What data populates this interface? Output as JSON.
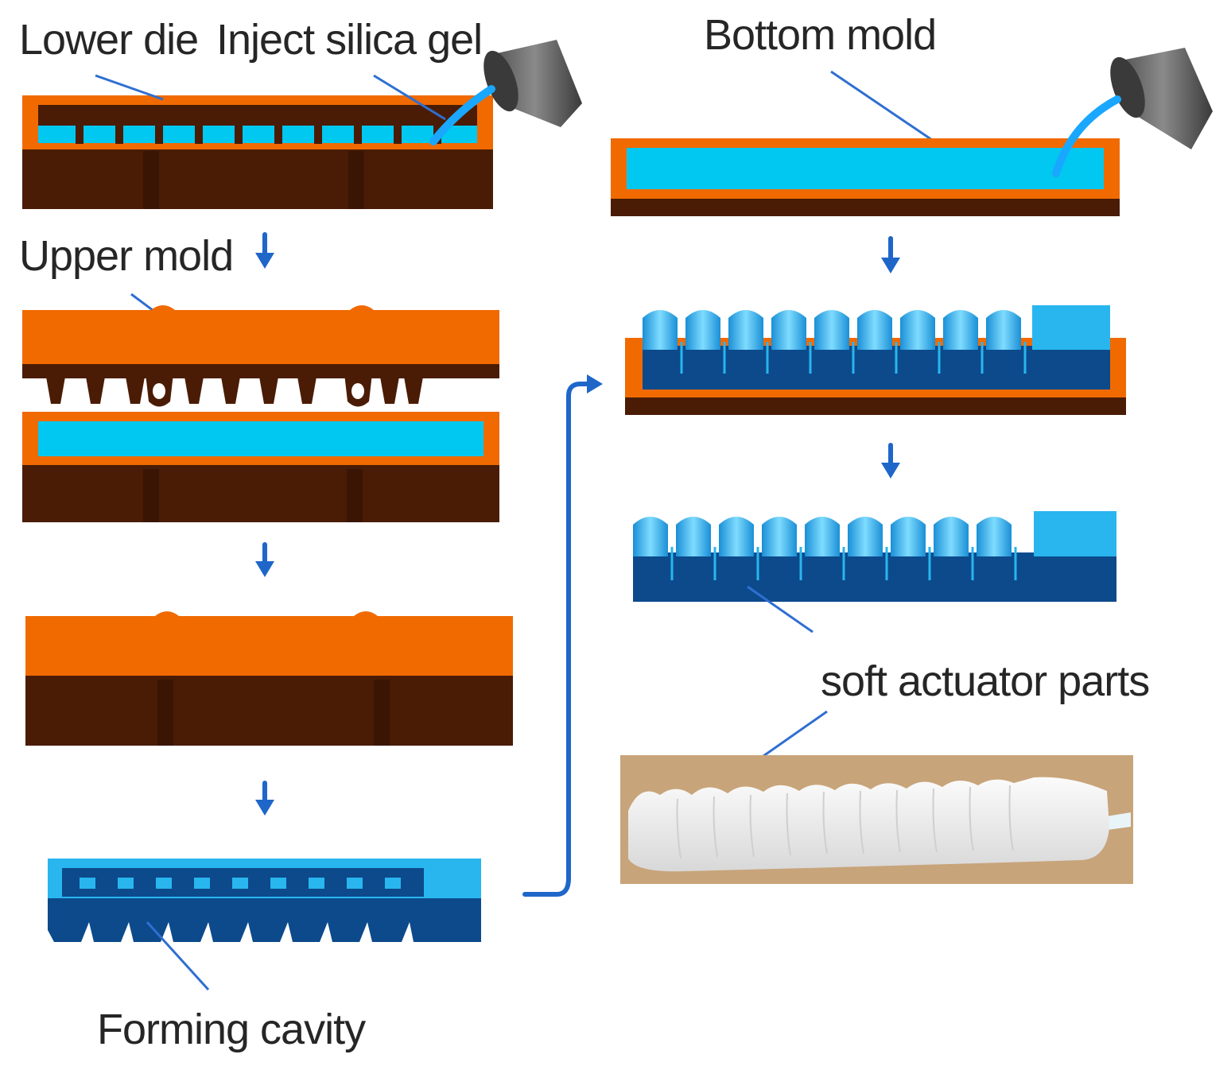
{
  "labels": {
    "lower_die": "Lower die",
    "inject_silica_gel": "Inject silica gel",
    "bottom_mold": "Bottom mold",
    "upper_mold": "Upper mold",
    "forming_cavity": "Forming cavity",
    "soft_actuator_parts": "soft actuator parts"
  },
  "colors": {
    "orange_mold": "#f06a00",
    "dark_brown_mold": "#4a1c05",
    "silica_gel_cyan": "#00c8f0",
    "actuator_dark_blue": "#0c4a8c",
    "actuator_light_blue": "#29b6ee",
    "arrow_blue": "#1f66c9",
    "photo_background": "#c8a47a",
    "photo_actuator": "#ececec",
    "bucket_gray": "#6b6b6b"
  }
}
